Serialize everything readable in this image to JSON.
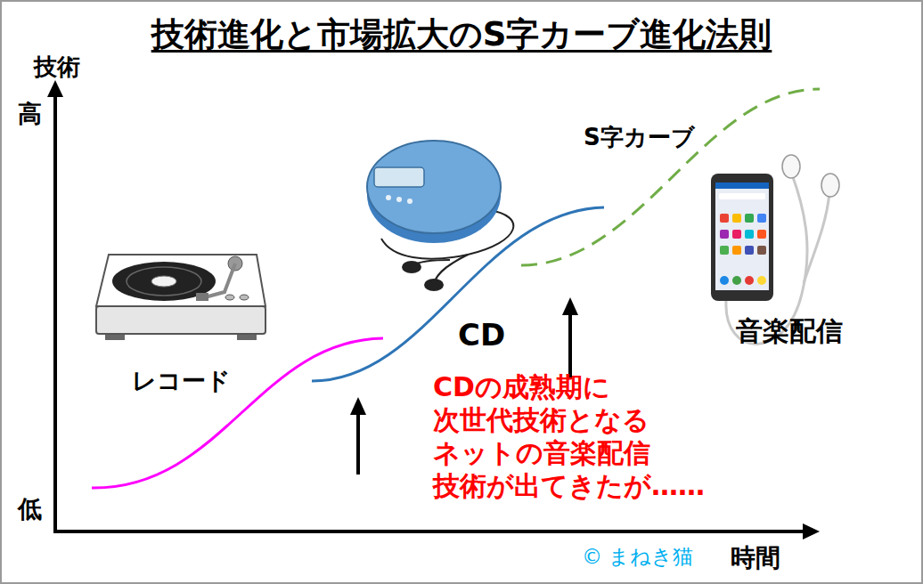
{
  "diagram": {
    "title": "技術進化と市場拡大のS字カーブ進化法則",
    "labels": [
      "技術",
      "高",
      "低",
      "時間",
      "レコード",
      "CD",
      "S字カーブ",
      "音楽配信",
      "CDの成熟期に 次世代技術となる ネットの音楽配信 技術が出てきたが……",
      "© まねき猫"
    ]
  }
}
